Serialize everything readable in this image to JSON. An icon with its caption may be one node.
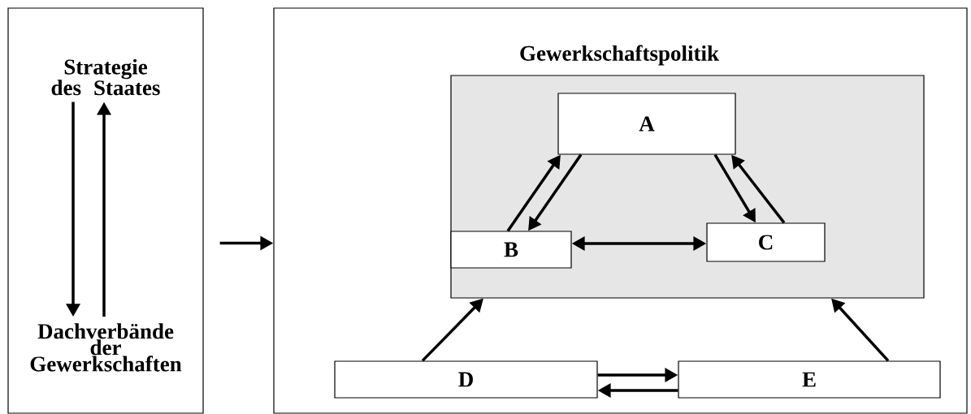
{
  "diagram": {
    "nodes": [
      {
        "text": [],
        "shape": "box"
      },
      {
        "text": [
          "Strategie des Staates"
        ],
        "in": 0
      },
      {
        "text": [
          "Dachverbände der Gewerkschaften"
        ],
        "in": 0
      },
      {
        "text": [
          "Gewerkschaftspolitik"
        ]
      },
      {
        "text": [],
        "shape": "box",
        "in": 3
      },
      {
        "text": [
          "A"
        ],
        "in": 4
      },
      {
        "text": [
          "B"
        ],
        "in": 4
      },
      {
        "text": [
          "C"
        ],
        "in": 4
      },
      {
        "text": [
          "D"
        ],
        "in": 3
      },
      {
        "text": [
          "E"
        ],
        "in": 3
      }
    ],
    "edges": [
      {
        "from": 1,
        "to": 2,
        "arrow": "to"
      },
      {
        "from": 2,
        "to": 1,
        "arrow": "to"
      },
      {
        "from": 0,
        "to": 3,
        "arrow": "to"
      },
      {
        "from": 6,
        "to": 5,
        "arrow": "to"
      },
      {
        "from": 5,
        "to": 6,
        "arrow": "to"
      },
      {
        "from": 5,
        "to": 7,
        "arrow": "to"
      },
      {
        "from": 7,
        "to": 5,
        "arrow": "to"
      },
      {
        "from": 6,
        "to": 7,
        "arrow": "both"
      },
      {
        "from": 8,
        "to": 4,
        "arrow": "to"
      },
      {
        "from": 9,
        "to": 4,
        "arrow": "to"
      },
      {
        "from": 8,
        "to": 9,
        "arrow": "to"
      },
      {
        "from": 9,
        "to": 8,
        "arrow": "to"
      }
    ]
  }
}
